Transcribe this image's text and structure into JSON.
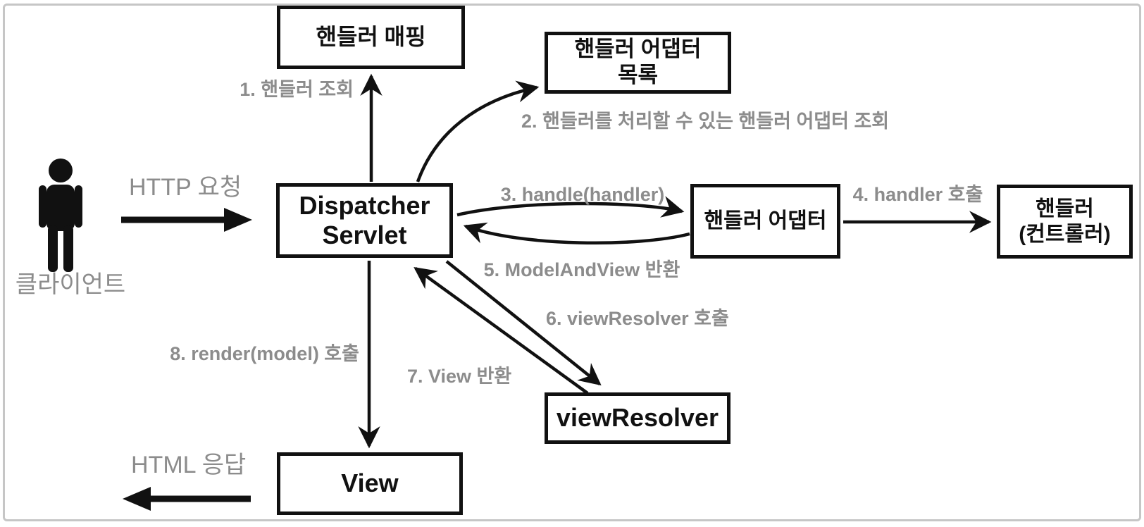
{
  "diagram": {
    "title_hint": "Spring MVC DispatcherServlet request flow",
    "nodes": {
      "handler_mapping": "핸들러 매핑",
      "handler_adapter_list_line1": "핸들러 어댑터",
      "handler_adapter_list_line2": "목록",
      "dispatcher_line1": "Dispatcher",
      "dispatcher_line2": "Servlet",
      "handler_adapter": "핸들러 어댑터",
      "handler_line1": "핸들러",
      "handler_line2": "(컨트롤러)",
      "view_resolver": "viewResolver",
      "view": "View"
    },
    "steps": {
      "s1": "1. 핸들러 조회",
      "s2": "2. 핸들러를 처리할 수 있는 핸들러 어댑터 조회",
      "s3": "3. handle(handler)",
      "s4": "4. handler 호출",
      "s5": "5. ModelAndView 반환",
      "s6": "6. viewResolver 호출",
      "s7": "7. View 반환",
      "s8": "8. render(model) 호출"
    },
    "client": {
      "label": "클라이언트",
      "http_request": "HTTP 요청",
      "html_response": "HTML 응답"
    },
    "colors": {
      "line": "#111111",
      "box_border": "#111111",
      "label_gray": "#8c8c8c",
      "canvas_border": "#c6c6c6",
      "background": "#ffffff"
    }
  }
}
